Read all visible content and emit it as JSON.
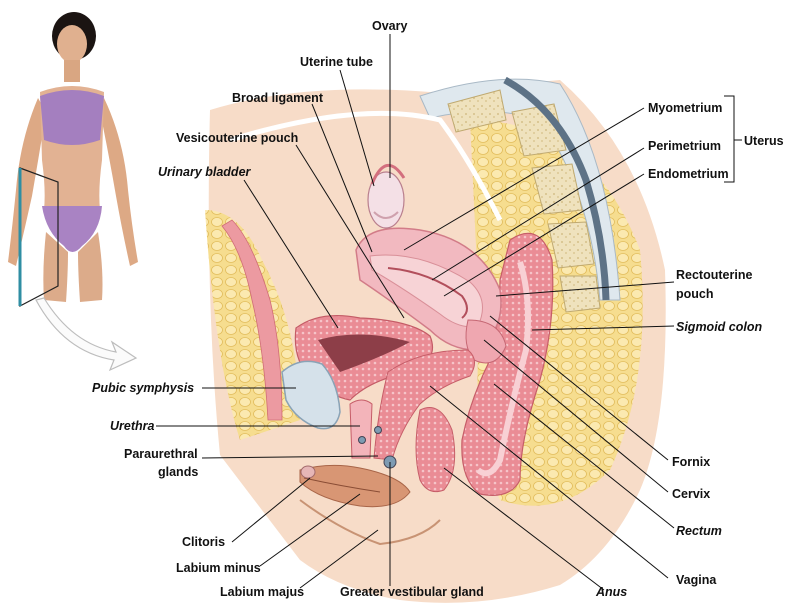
{
  "labels": {
    "ovary": "Ovary",
    "uterine_tube": "Uterine tube",
    "broad_ligament": "Broad ligament",
    "vesicouterine_pouch": "Vesicouterine pouch",
    "urinary_bladder": "Urinary bladder",
    "myometrium": "Myometrium",
    "perimetrium": "Perimetrium",
    "endometrium": "Endometrium",
    "uterus": "Uterus",
    "rectouterine_pouch_1": "Rectouterine",
    "rectouterine_pouch_2": "pouch",
    "sigmoid_colon": "Sigmoid colon",
    "pubic_symphysis": "Pubic symphysis",
    "urethra": "Urethra",
    "paraurethral_glands_1": "Paraurethral",
    "paraurethral_glands_2": "glands",
    "fornix": "Fornix",
    "cervix": "Cervix",
    "rectum": "Rectum",
    "clitoris": "Clitoris",
    "labium_minus": "Labium minus",
    "labium_majus": "Labium majus",
    "greater_vestibular_gland": "Greater vestibular gland",
    "anus": "Anus",
    "vagina": "Vagina"
  },
  "colors": {
    "skin": "#f6d9c2",
    "skin_shadow": "#e9bfa0",
    "fat": "#f5dc8c",
    "fat_dark": "#e8c563",
    "muscle": "#e98a92",
    "mucosa": "#f3b5bb",
    "bone": "#efe4c2",
    "bone_dot": "#d9c79a",
    "cartilage": "#cfdce6",
    "ovary": "#f2d7df",
    "clothing": "#a982bf"
  }
}
